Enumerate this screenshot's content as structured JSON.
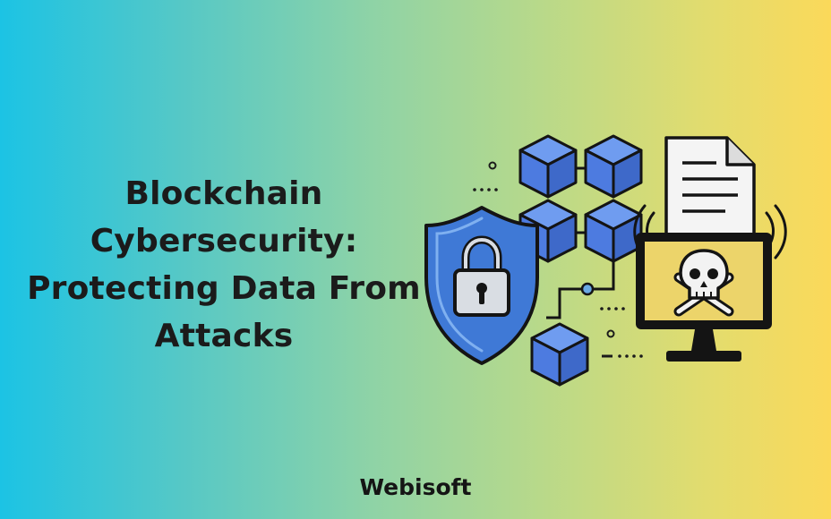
{
  "headline": {
    "lines": [
      "Blockchain",
      "Cybersecurity:",
      "Protecting Data From",
      "Attacks"
    ]
  },
  "brand": {
    "name": "Webisoft"
  },
  "colors": {
    "gradient_left": "#1cc3e4",
    "gradient_right": "#fbd95a",
    "cube_blue": "#4d7be0",
    "shield_blue": "#3f79d6",
    "outline": "#141414"
  },
  "icons": [
    "blockchain-cubes-icon",
    "shield-lock-icon",
    "document-icon",
    "skull-monitor-icon"
  ]
}
